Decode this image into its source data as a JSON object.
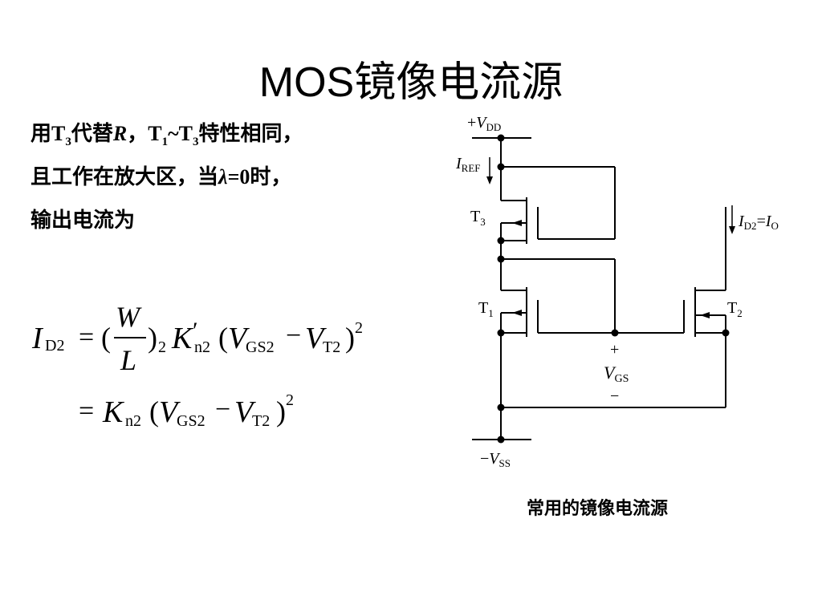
{
  "title": "MOS镜像电流源",
  "description": {
    "line1": {
      "t1": "用",
      "T": "T",
      "s3": "3",
      "t2": "代替",
      "R": "R",
      "t3": "，",
      "T1": "T",
      "s1": "1",
      "tilde": "~",
      "T3": "T",
      "s3b": "3",
      "t4": "特性相同，"
    },
    "line2": {
      "t1": "且工作在放大区，当",
      "lambda": "λ",
      "eq0": "=0",
      "t2": "时，"
    },
    "line3": "输出电流为"
  },
  "equation": {
    "lhs_I": "I",
    "lhs_sub": "D2",
    "eq": "=",
    "lparen": "(",
    "W": "W",
    "L": "L",
    "rparen": ")",
    "sub2": "2",
    "K": "K",
    "prime": "′",
    "n2": "n2",
    "lp2": "(",
    "V": "V",
    "GS2": "GS2",
    "minus": "−",
    "V2": "V",
    "T2": "T2",
    "rp2": ")",
    "sq": "2",
    "line2": {
      "eq": "=",
      "K": "K",
      "n2": "n2",
      "lp": "(",
      "V": "V",
      "GS2": "GS2",
      "minus": "−",
      "V2": "V",
      "T2": "T2",
      "rp": ")",
      "sq": "2"
    }
  },
  "circuit": {
    "vdd": {
      "sign": "+",
      "V": "V",
      "sub": "DD"
    },
    "iref": {
      "I": "I",
      "sub": "REF"
    },
    "t3": {
      "T": "T",
      "sub": "3"
    },
    "t1": {
      "T": "T",
      "sub": "1"
    },
    "t2": {
      "T": "T",
      "sub": "2"
    },
    "id2": {
      "I": "I",
      "sub": "D2",
      "eq": "=",
      "I2": "I",
      "sub2": "O"
    },
    "vgs": {
      "plus": "+",
      "V": "V",
      "sub": "GS",
      "minus": "−"
    },
    "vss": {
      "sign": "−",
      "V": "V",
      "sub": "SS"
    }
  },
  "caption": "常用的镜像电流源"
}
